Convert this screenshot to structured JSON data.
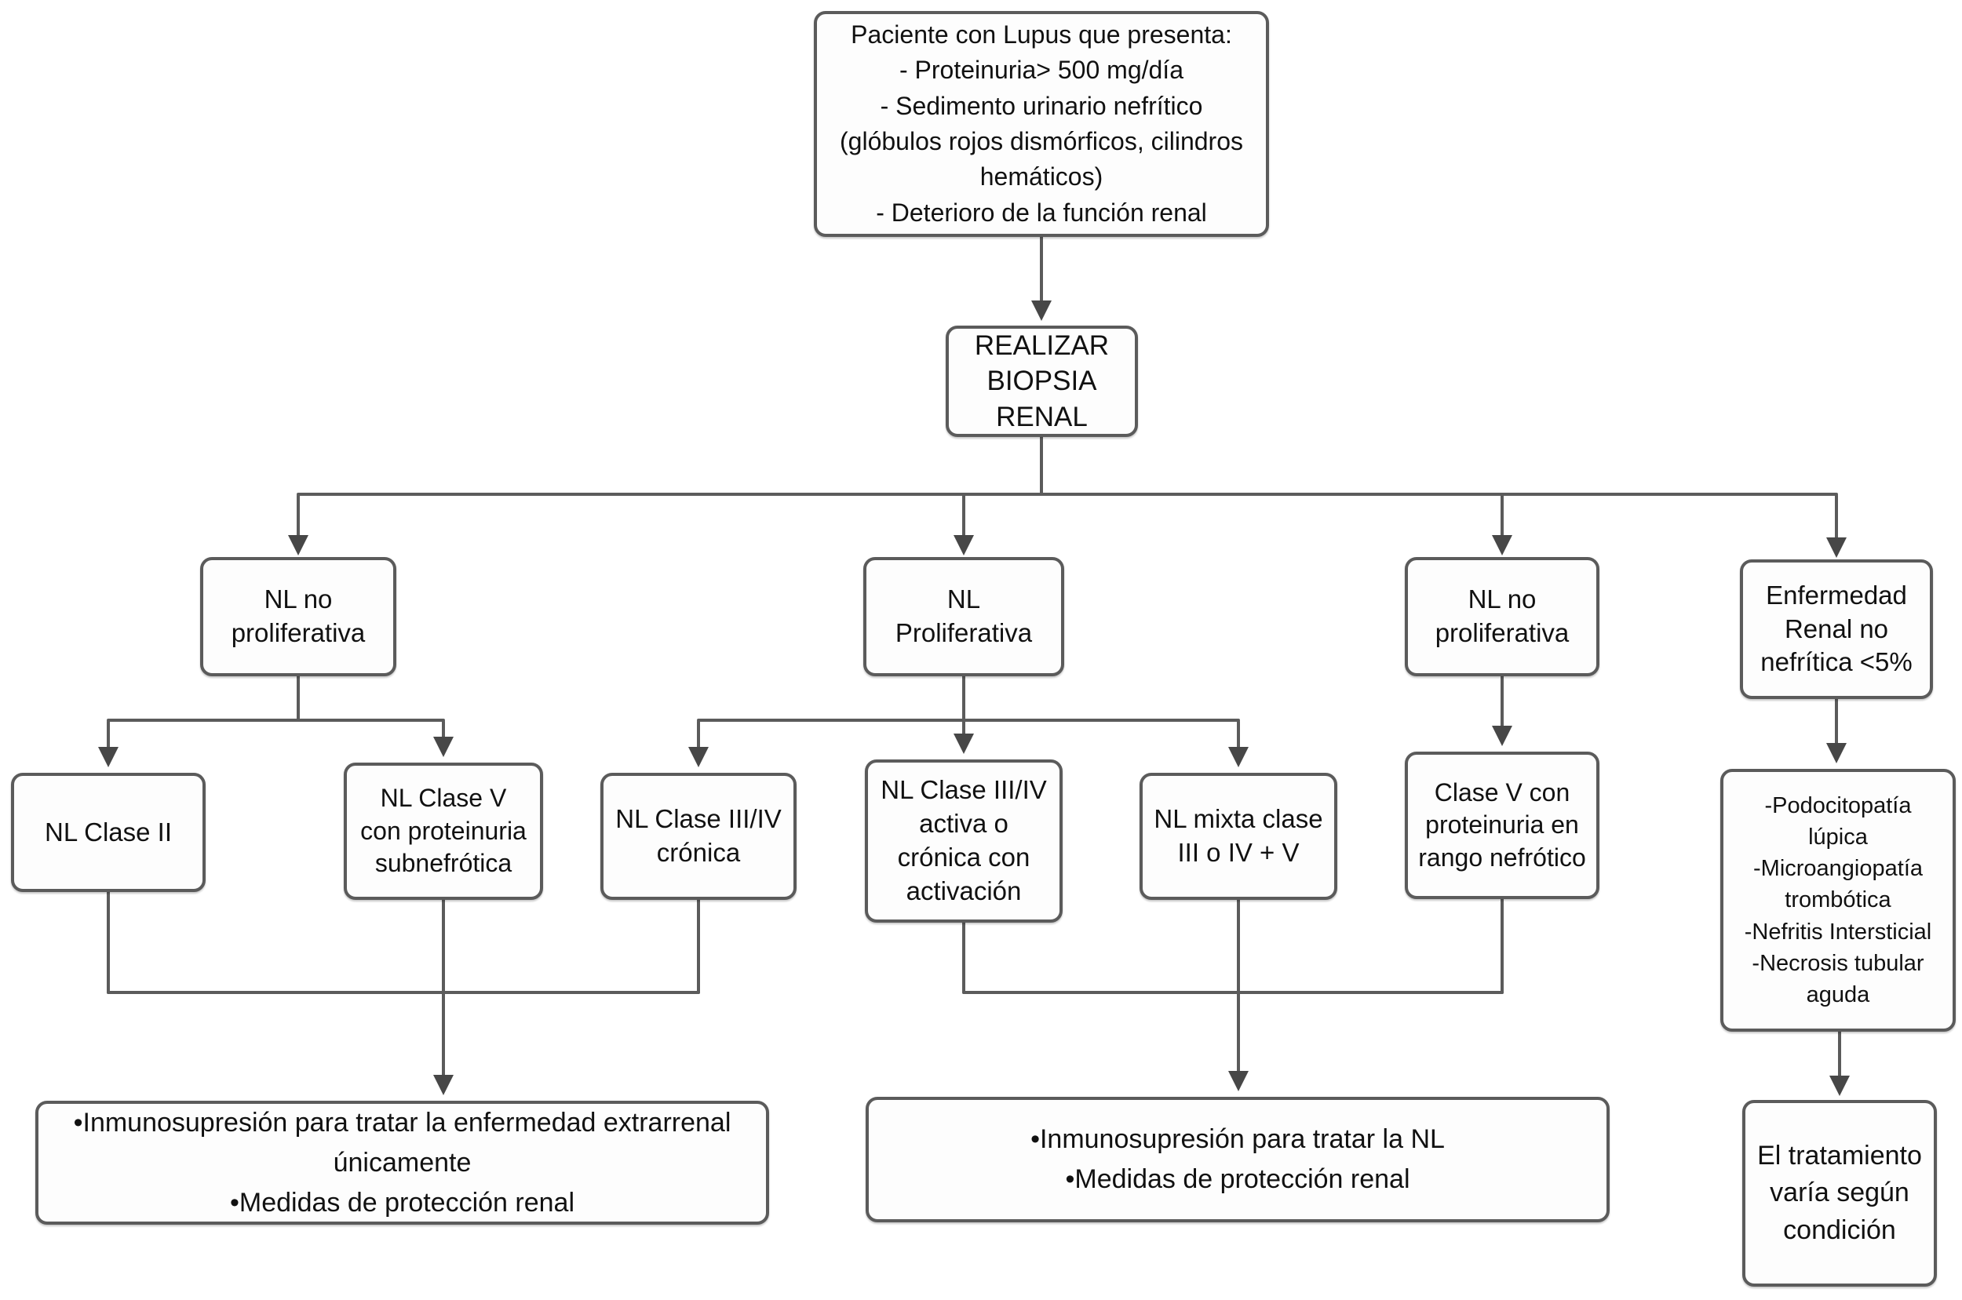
{
  "colors": {
    "background": "#ffffff",
    "box_fill": "#fdfdfd",
    "box_border": "#5b5b5b",
    "connector": "#5b5b5b",
    "arrowhead": "#474747",
    "text": "#111111"
  },
  "nodes": {
    "patient": {
      "text": "Paciente con Lupus que presenta:\n- Proteinuria> 500 mg/día\n- Sedimento urinario nefrítico\n(glóbulos rojos dismórficos, cilindros\nhemáticos)\n- Deterioro de la función renal"
    },
    "biopsy": {
      "text": "REALIZAR\nBIOPSIA\nRENAL"
    },
    "nl_no_proliferativa_1": {
      "text": "NL no\nproliferativa"
    },
    "nl_proliferativa": {
      "text": "NL\nProliferativa"
    },
    "nl_no_proliferativa_2": {
      "text": "NL no\nproliferativa"
    },
    "enfermedad_renal_no_nefritica": {
      "text": "Enfermedad\nRenal no\nnefrítica <5%"
    },
    "nl_clase_2": {
      "text": "NL Clase II"
    },
    "nl_clase_5_subnefrotica": {
      "text": "NL Clase V\ncon proteinuria\nsubnefrótica"
    },
    "nl_clase_34_cronica": {
      "text": "NL Clase III/IV\ncrónica"
    },
    "nl_clase_34_activa": {
      "text": "NL Clase III/IV\nactiva o\ncrónica con\nactivación"
    },
    "nl_mixta": {
      "text": "NL mixta clase\nIII o IV + V"
    },
    "clase_5_rango_nefrotico": {
      "text": "Clase V con\nproteinuria en\nrango nefrótico"
    },
    "otras_condiciones": {
      "text": "-Podocitopatía\nlúpica\n-Microangiopatía\ntrombótica\n-Nefritis Intersticial\n-Necrosis tubular\naguda"
    },
    "tratamiento_izquierda": {
      "text": "•Inmunosupresión para tratar la enfermedad extrarrenal\núnicamente\n•Medidas de protección renal"
    },
    "tratamiento_centro": {
      "text": "•Inmunosupresión para tratar la NL\n•Medidas de protección renal"
    },
    "tratamiento_derecha": {
      "text": "El tratamiento\nvaría según\ncondición"
    }
  }
}
